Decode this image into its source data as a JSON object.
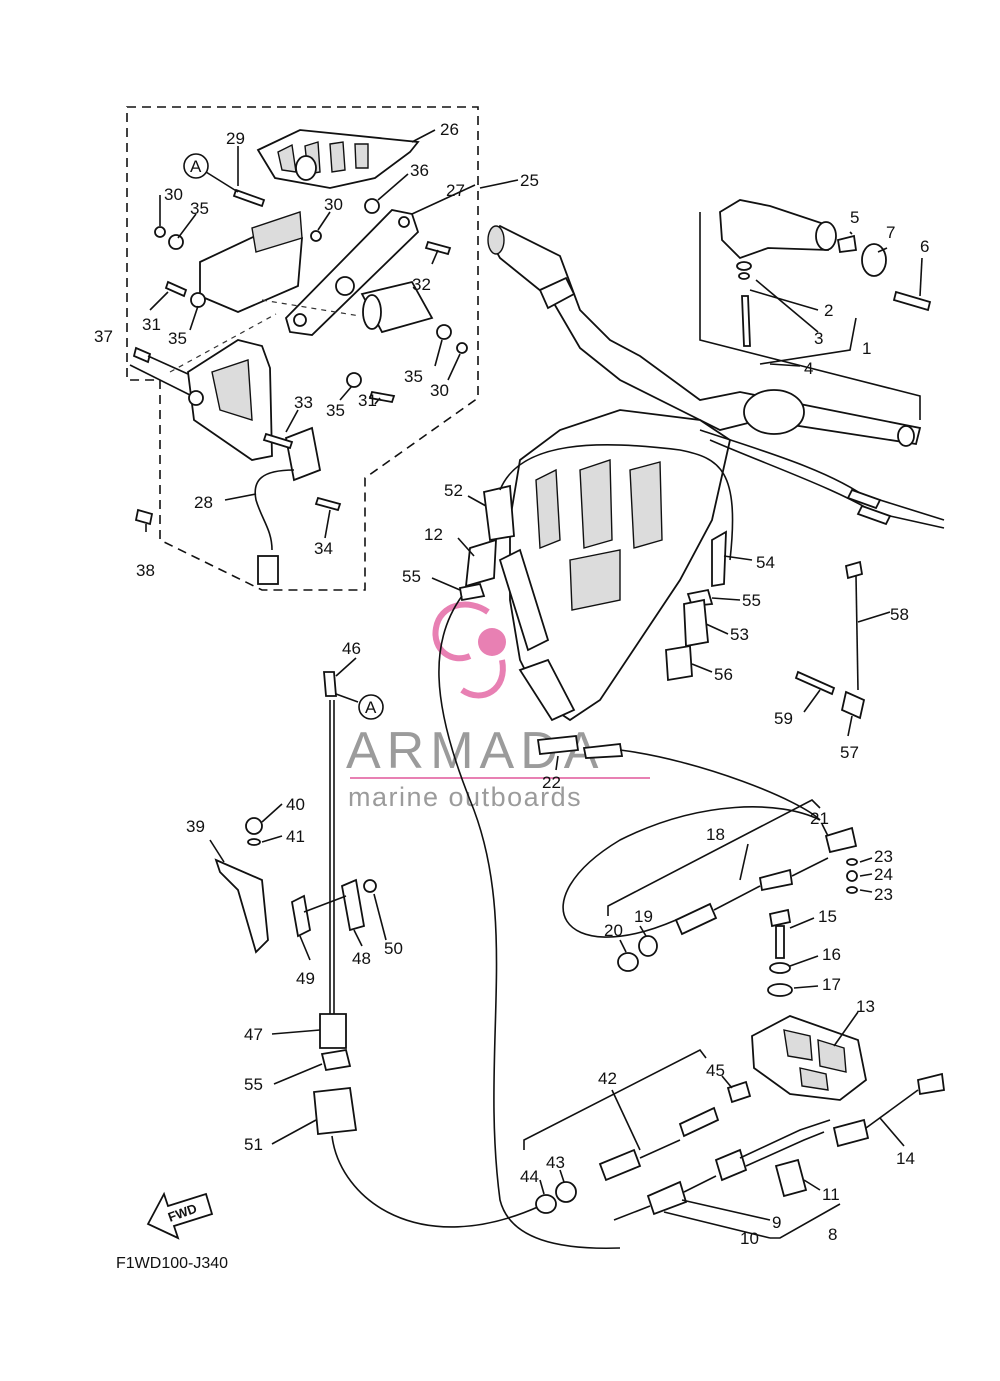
{
  "diagram": {
    "code": "F1WD100-J340",
    "fwd_label": "FWD",
    "ref_marker": "A",
    "watermark": {
      "title": "ARMADA",
      "subtitle": "marine outboards",
      "accent_color": "#e46aa6",
      "text_color": "#8a8a8a"
    },
    "callouts": [
      "1",
      "2",
      "3",
      "4",
      "5",
      "6",
      "7",
      "8",
      "9",
      "10",
      "11",
      "12",
      "13",
      "14",
      "15",
      "16",
      "17",
      "18",
      "19",
      "20",
      "21",
      "22",
      "23",
      "23",
      "24",
      "25",
      "26",
      "27",
      "28",
      "29",
      "30",
      "30",
      "30",
      "31",
      "31",
      "32",
      "33",
      "34",
      "35",
      "35",
      "35",
      "35",
      "36",
      "37",
      "38",
      "39",
      "40",
      "41",
      "42",
      "43",
      "44",
      "45",
      "46",
      "47",
      "48",
      "49",
      "50",
      "51",
      "52",
      "53",
      "54",
      "55",
      "55",
      "55",
      "56",
      "57",
      "58",
      "59"
    ]
  }
}
